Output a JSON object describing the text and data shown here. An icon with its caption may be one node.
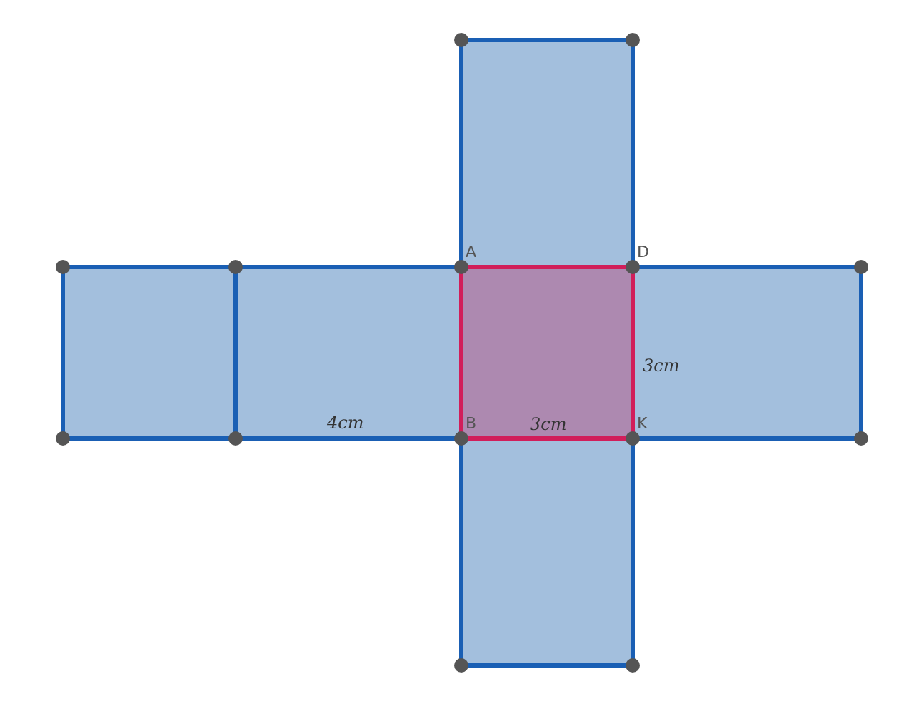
{
  "diagram": {
    "labels": [
      "A",
      "D",
      "3cm",
      "4cm",
      "B",
      "3cm",
      "K"
    ]
  }
}
